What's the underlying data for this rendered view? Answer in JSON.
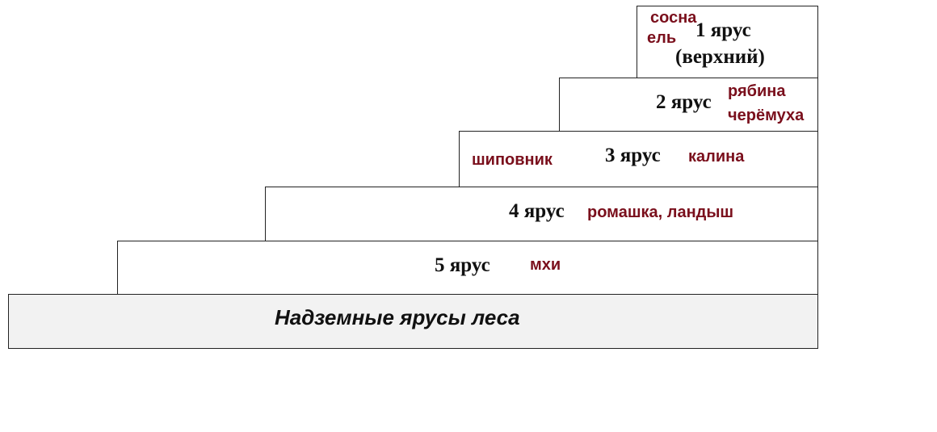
{
  "title": "Надземные ярусы леса",
  "tiers": [
    {
      "label": "1 ярус",
      "sub": "(верхний)",
      "plants": [
        "сосна",
        "ель"
      ]
    },
    {
      "label": "2 ярус",
      "plants": [
        "рябина",
        "черёмуха"
      ]
    },
    {
      "label": "3 ярус",
      "plants": [
        "шиповник",
        "калина"
      ]
    },
    {
      "label": "4 ярус",
      "plants": [
        "ромашка, ландыш"
      ]
    },
    {
      "label": "5 ярус",
      "plants": [
        "мхи"
      ]
    }
  ],
  "colors": {
    "plant_text": "#7a0f1c",
    "base_fill": "#f2f2f2"
  }
}
